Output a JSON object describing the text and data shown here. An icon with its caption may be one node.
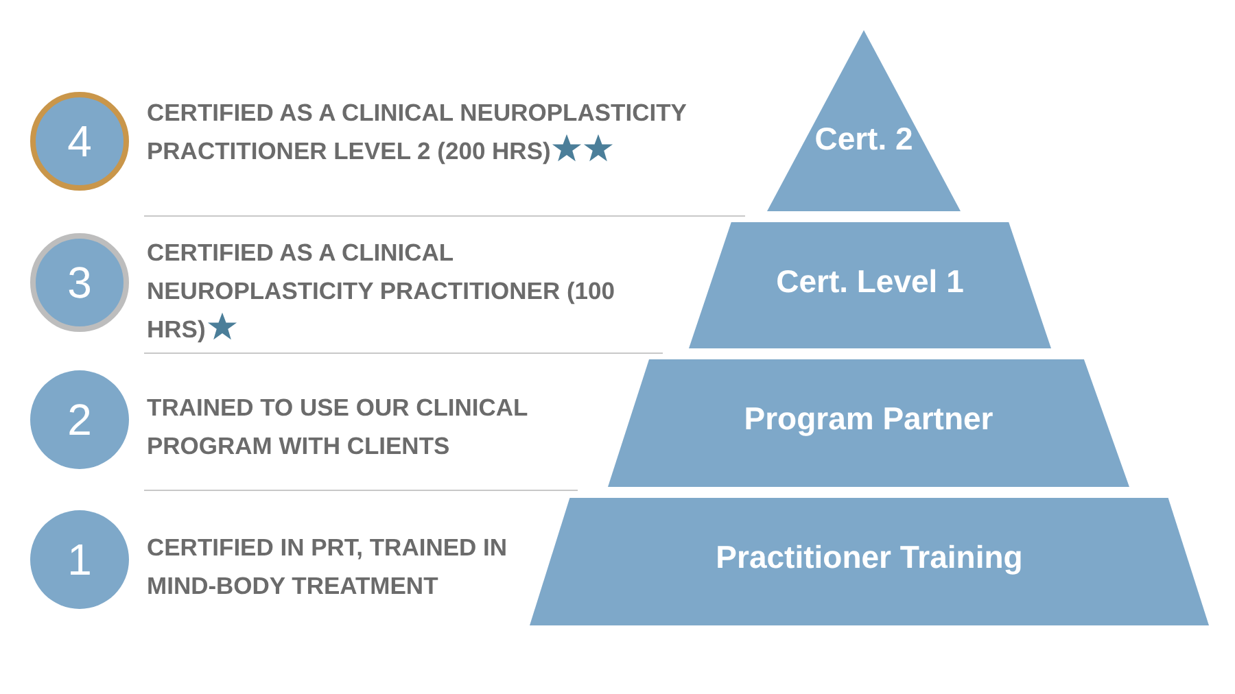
{
  "diagram": {
    "nodes": [
      {
        "text": [
          "4"
        ],
        "beside": [
          "CERTIFIED AS A CLINICAL NEUROPLASTICITY PRACTITIONER LEVEL 2 (200 HRS)"
        ]
      },
      {
        "text": [
          "Cert. 2"
        ]
      },
      {
        "text": [
          "3"
        ],
        "beside": [
          "CERTIFIED AS A CLINICAL NEUROPLASTICITY PRACTITIONER (100 HRS)"
        ]
      },
      {
        "text": [
          "Cert. Level 1"
        ]
      },
      {
        "text": [
          "2"
        ],
        "beside": [
          "TRAINED TO USE OUR CLINICAL PROGRAM WITH CLIENTS"
        ]
      },
      {
        "text": [
          "Program Partner"
        ]
      },
      {
        "text": [
          "1"
        ],
        "beside": [
          "CERTIFIED IN PRT, TRAINED IN MIND-BODY TREATMENT"
        ]
      },
      {
        "text": [
          "Practitioner Training"
        ]
      }
    ]
  }
}
